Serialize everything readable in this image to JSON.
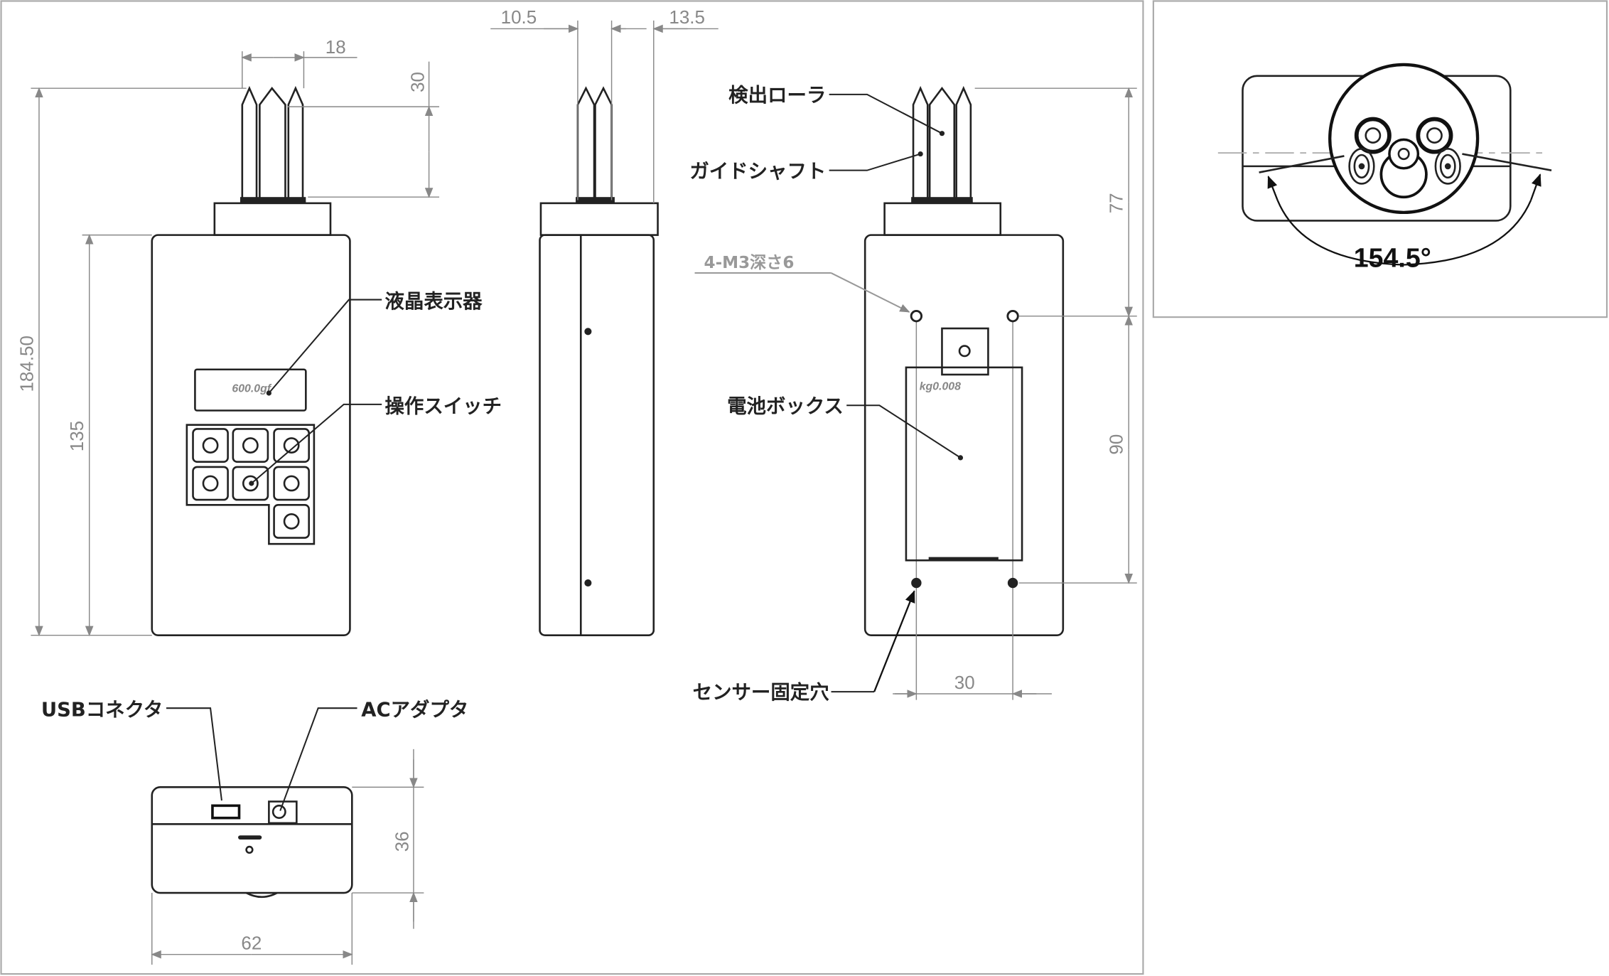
{
  "front_view": {
    "lcd_label": "液晶表示器",
    "switch_label": "操作スイッチ",
    "lcd_reading": "600.0gf",
    "dimensions": {
      "roller_width": "18",
      "roller_length": "30",
      "total_height": "184.50",
      "body_height": "135"
    }
  },
  "side_view": {
    "dimensions": {
      "left_offset": "10.5",
      "right_offset": "13.5"
    }
  },
  "back_view": {
    "roller_label": "検出ローラ",
    "shaft_label": "ガイドシャフト",
    "tapped_holes_label": "4-M3深さ6",
    "battery_label": "電池ボックス",
    "battery_marking": "kg0.008",
    "mount_hole_label": "センサー固定穴",
    "dimensions": {
      "hole_spacing": "30",
      "top_to_hole": "77",
      "hole_pitch": "90"
    }
  },
  "bottom_view": {
    "usb_label": "USBコネクタ",
    "ac_label": "ACアダプタ",
    "dimensions": {
      "depth": "36",
      "width": "62"
    }
  },
  "top_view": {
    "angle": "154.5°"
  }
}
